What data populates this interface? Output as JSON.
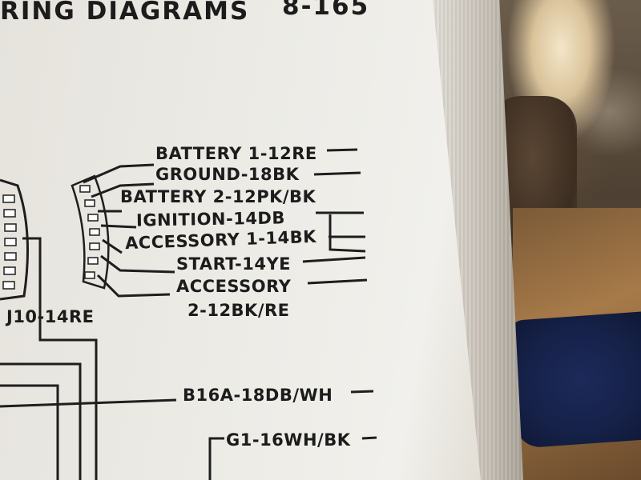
{
  "header": {
    "title": "RING DIAGRAMS",
    "page_number": "8-165"
  },
  "labels": {
    "battery1": "BATTERY 1-12RE",
    "ground": "GROUND-18BK",
    "battery2": "BATTERY 2-12PK/BK",
    "ignition": "IGNITION-14DB",
    "accessory1": "ACCESSORY 1-14BK",
    "start": "START-14YE",
    "accessory2_line1": "ACCESSORY",
    "accessory2_line2": "2-12BK/RE",
    "j10": "J10-14RE",
    "b16a": "B16A-18DB/WH",
    "g1": "G1-16WH/BK"
  }
}
